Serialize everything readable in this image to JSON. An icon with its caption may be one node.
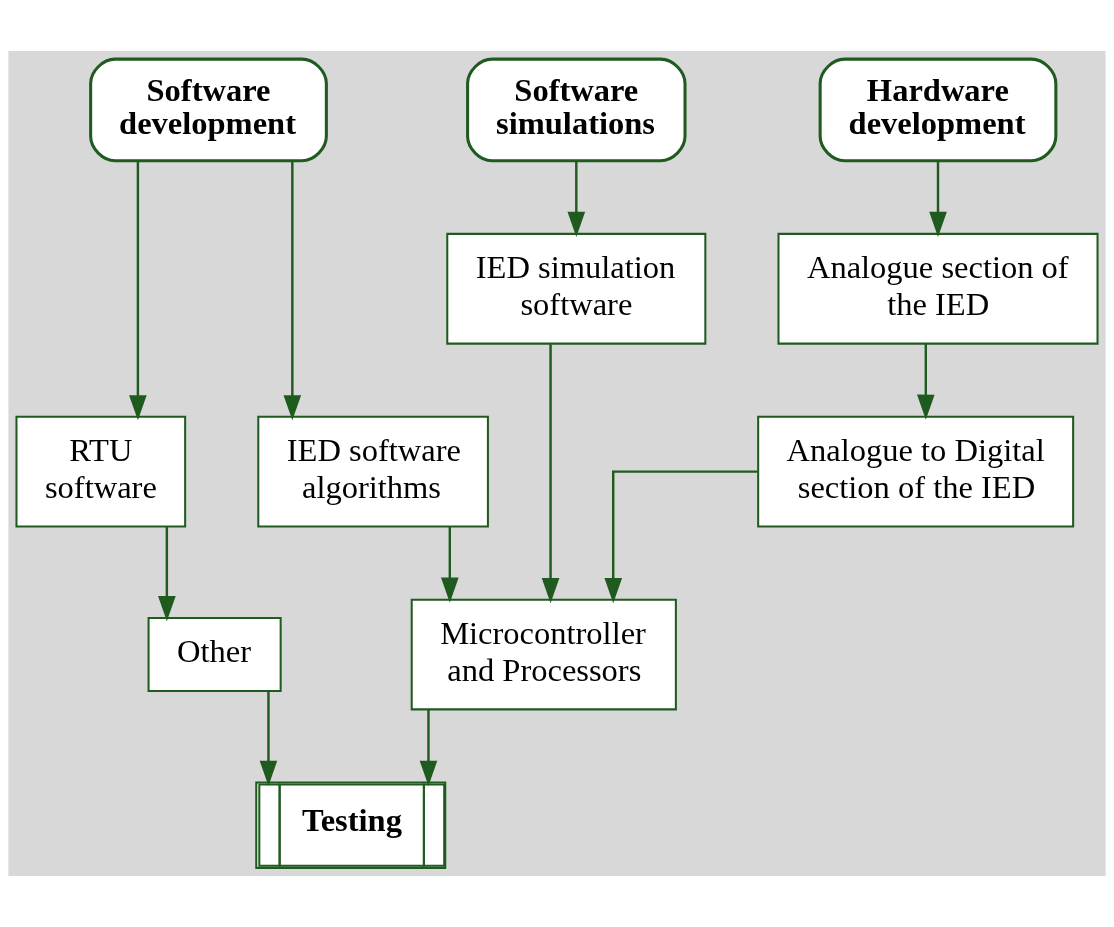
{
  "diagram": {
    "nodes": [
      {
        "text": [
          "Hardware development"
        ]
      },
      {
        "text": [
          "Software simulations"
        ]
      },
      {
        "text": [
          "Software development"
        ]
      },
      {
        "text": [
          "Analogue section of the IED"
        ]
      },
      {
        "text": [
          "IED simulation software"
        ]
      },
      {
        "text": [
          "Analogue to Digital section of the IED"
        ]
      },
      {
        "text": [
          "RTU software"
        ]
      },
      {
        "text": [
          "IED software algorithms"
        ]
      },
      {
        "text": [
          "Microcontroller and Processors"
        ]
      },
      {
        "text": [
          "Other"
        ]
      },
      {
        "text": [
          "Testing"
        ]
      }
    ],
    "edges": [
      {
        "from": 0,
        "to": 3,
        "arrow": "to"
      },
      {
        "from": 3,
        "to": 5,
        "arrow": "to"
      },
      {
        "from": 1,
        "to": 4,
        "arrow": "to"
      },
      {
        "from": 2,
        "to": 7,
        "arrow": "to"
      },
      {
        "from": 2,
        "to": 6,
        "arrow": "to"
      },
      {
        "from": 5,
        "to": 8,
        "arrow": "to"
      },
      {
        "from": 4,
        "to": 8,
        "arrow": "to"
      },
      {
        "from": 7,
        "to": 8,
        "arrow": "to"
      },
      {
        "from": 6,
        "to": 9,
        "arrow": "to"
      },
      {
        "from": 8,
        "to": 10,
        "arrow": "to"
      },
      {
        "from": 9,
        "to": 10,
        "arrow": "to"
      }
    ]
  }
}
